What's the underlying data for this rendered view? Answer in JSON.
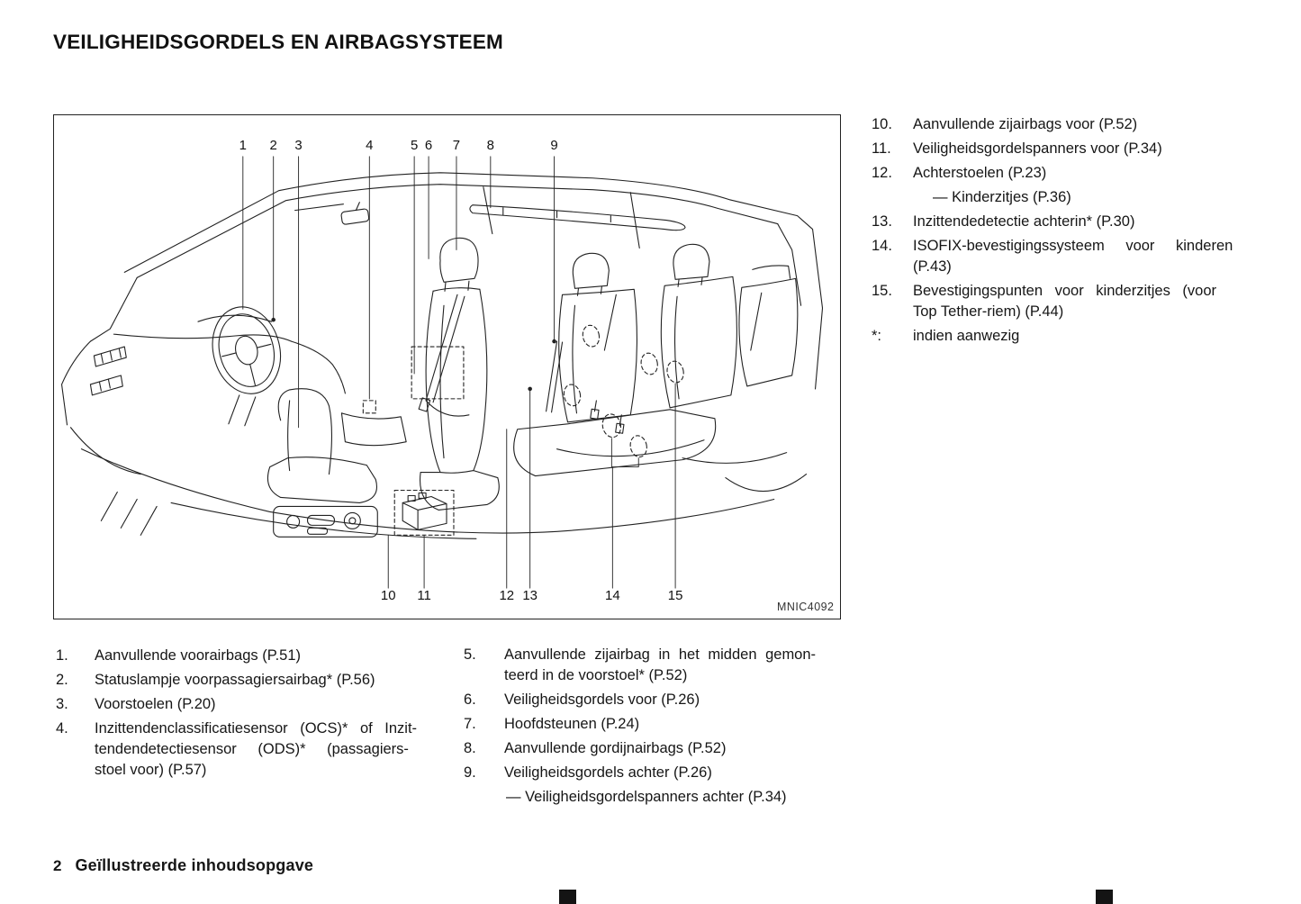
{
  "page": {
    "title": "VEILIGHEIDSGORDELS EN AIRBAGSYSTEEM",
    "footer": {
      "page_number": "2",
      "section": "Geïllustreerde inhoudsopgave"
    }
  },
  "figure": {
    "code": "MNIC4092",
    "top_callouts": [
      "1",
      "2",
      "3",
      "4",
      "5",
      "6",
      "7",
      "8",
      "9"
    ],
    "bottom_callouts": [
      "10",
      "11",
      "12",
      "13",
      "14",
      "15"
    ]
  },
  "right_list": {
    "items": [
      {
        "num": "10.",
        "lines": [
          "Aanvullende zijairbags voor (P.52)"
        ]
      },
      {
        "num": "11.",
        "lines": [
          "Veiligheidsgordelspanners voor (P.34)"
        ]
      },
      {
        "num": "12.",
        "lines": [
          "Achterstoelen (P.23)"
        ],
        "sub": [
          "— Kinderzitjes (P.36)"
        ]
      },
      {
        "num": "13.",
        "lines": [
          "Inzittendedetectie achterin* (P.30)"
        ]
      },
      {
        "num": "14.",
        "lines": [
          "ISOFIX-bevestigingssysteem voor kinderen",
          "(P.43)"
        ]
      },
      {
        "num": "15.",
        "lines": [
          "Bevestigingspunten voor kinderzitjes (voor",
          "Top Tether-riem) (P.44)"
        ]
      },
      {
        "num": "*:",
        "lines": [
          "indien aanwezig"
        ]
      }
    ]
  },
  "bottom_left_list": {
    "items": [
      {
        "num": "1.",
        "lines": [
          "Aanvullende voorairbags (P.51)"
        ]
      },
      {
        "num": "2.",
        "lines": [
          "Statuslampje voorpassagiersairbag* (P.56)"
        ]
      },
      {
        "num": "3.",
        "lines": [
          "Voorstoelen (P.20)"
        ]
      },
      {
        "num": "4.",
        "lines": [
          "Inzittendenclassificatiesensor (OCS)* of Inzit-",
          "tendendetectiesensor (ODS)* (passagiers-",
          "stoel voor) (P.57)"
        ]
      }
    ]
  },
  "bottom_right_list": {
    "items": [
      {
        "num": "5.",
        "lines": [
          "Aanvullende zijairbag in het midden gemon-",
          "teerd in de voorstoel* (P.52)"
        ]
      },
      {
        "num": "6.",
        "lines": [
          "Veiligheidsgordels voor (P.26)"
        ]
      },
      {
        "num": "7.",
        "lines": [
          "Hoofdsteunen (P.24)"
        ]
      },
      {
        "num": "8.",
        "lines": [
          "Aanvullende gordijnairbags (P.52)"
        ]
      },
      {
        "num": "9.",
        "lines": [
          "Veiligheidsgordels achter (P.26)"
        ],
        "sub": [
          "— Veiligheidsgordelspanners achter (P.34)"
        ]
      }
    ]
  }
}
